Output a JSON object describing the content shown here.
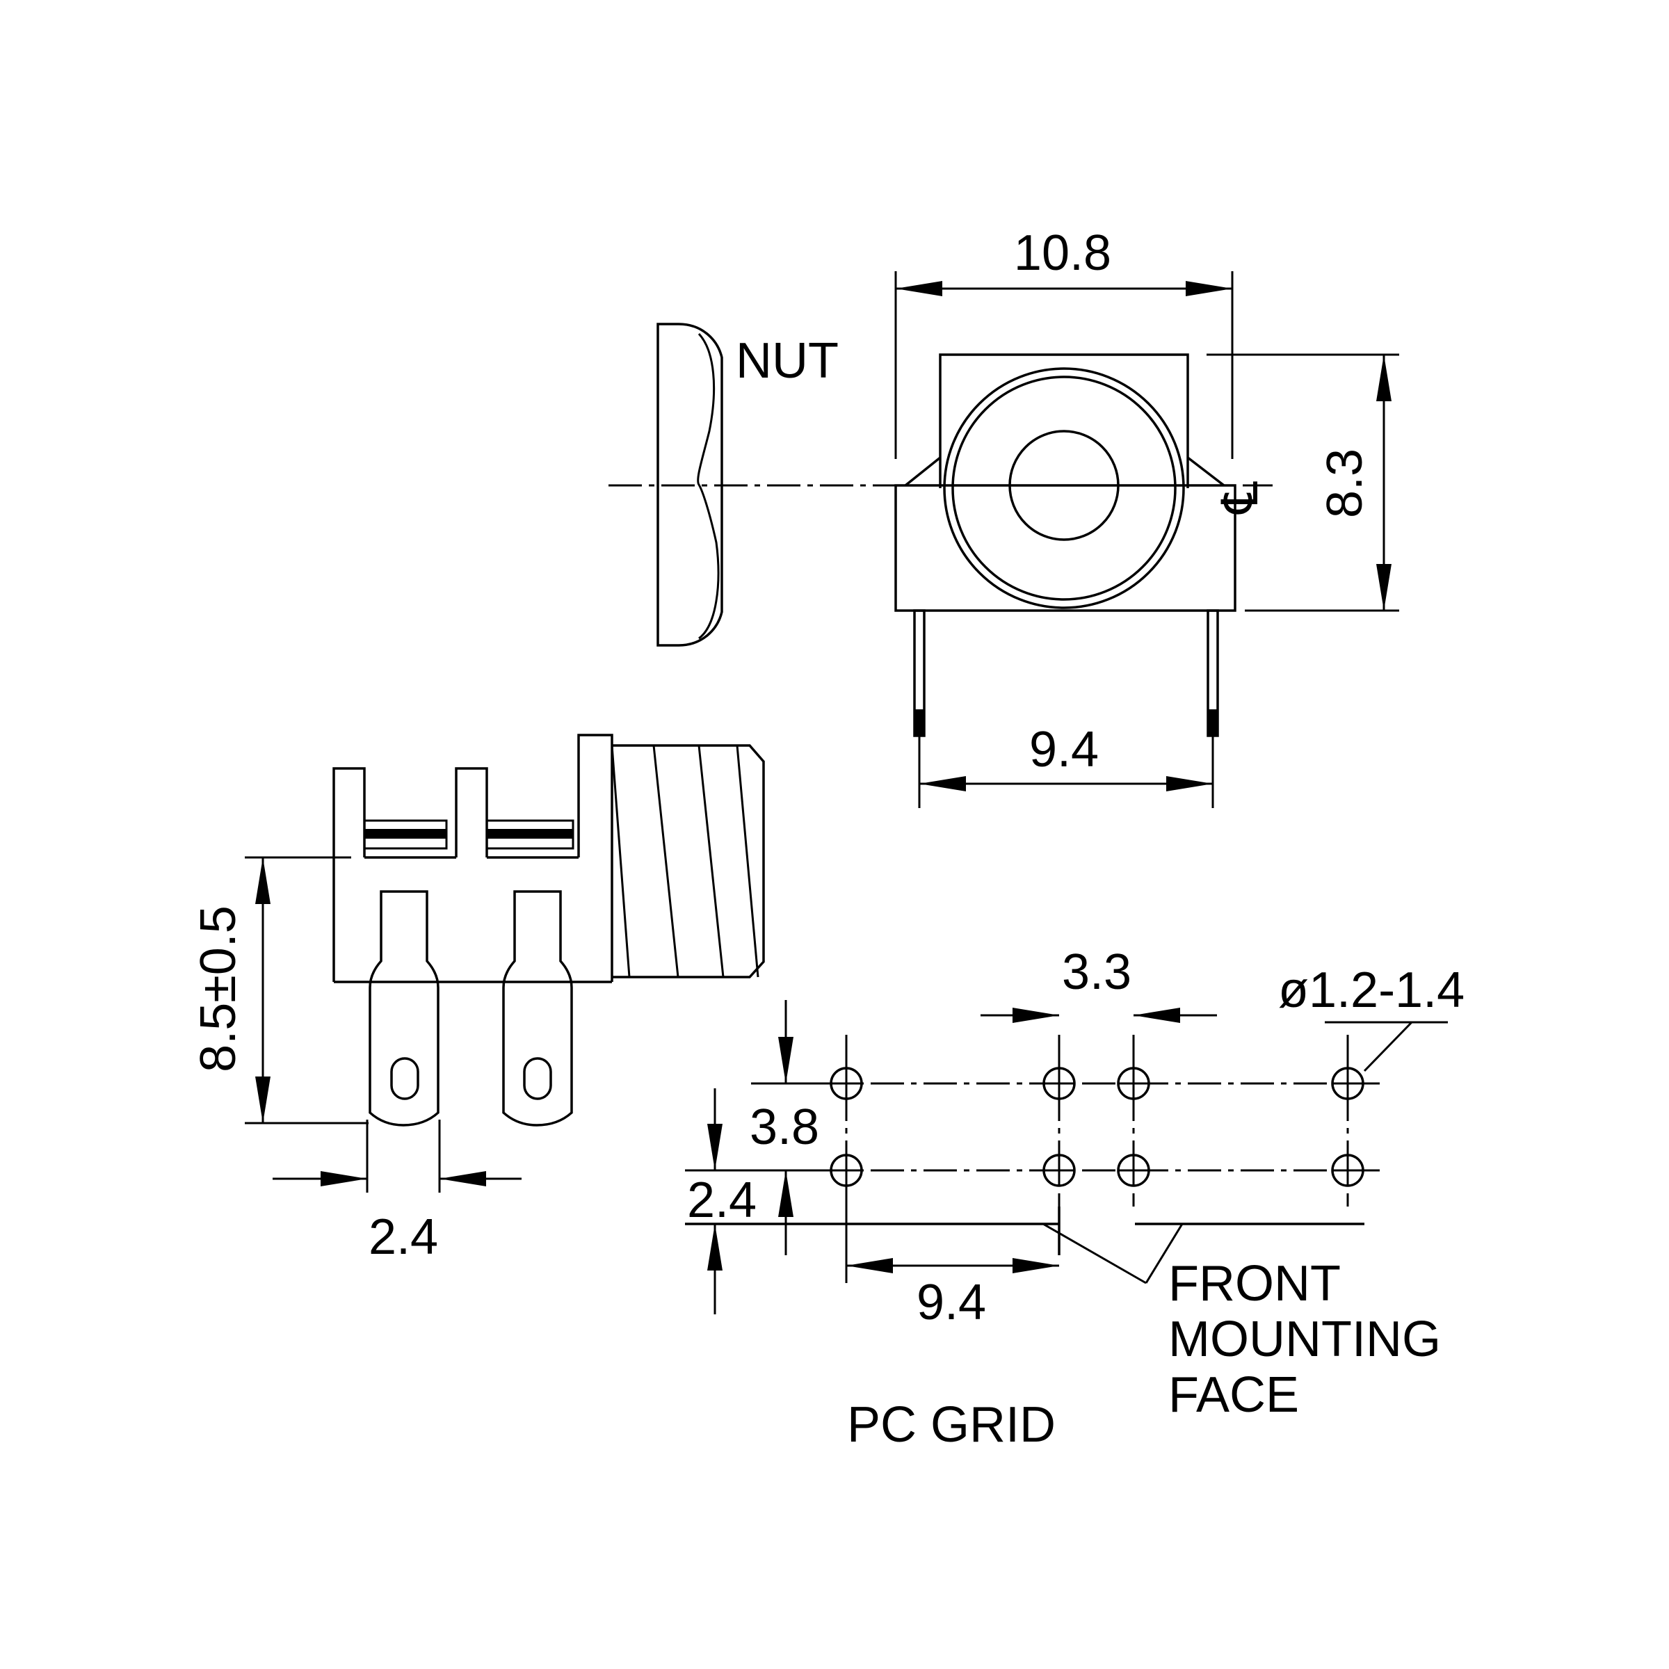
{
  "labels": {
    "nut": "NUT",
    "width_top": "10.8",
    "height_right": "8.3",
    "pin_spacing_front": "9.4",
    "centerline_symbol": "℄",
    "side_height": "8.5±0.5",
    "terminal_pitch": "2.4",
    "grid_row_spacing": "3.8",
    "grid_offset": "2.4",
    "grid_col_spacing": "9.4",
    "grid_small_spacing": "3.3",
    "hole_diameter": "ø1.2-1.4",
    "front_line1": "FRONT",
    "front_line2": "MOUNTING",
    "front_line3": "FACE",
    "pc_grid": "PC GRID"
  },
  "colors": {
    "ink": "#000000",
    "paper": "#ffffff"
  }
}
